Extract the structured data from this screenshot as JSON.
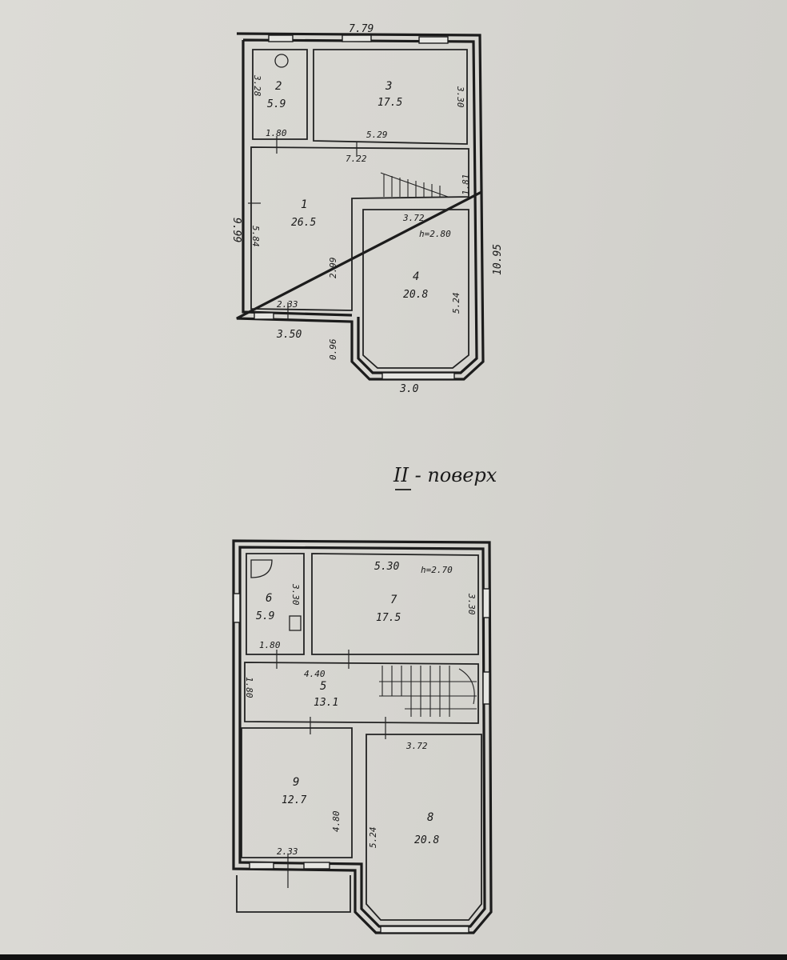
{
  "floor_label": "II - поверх",
  "floor1": {
    "rooms": [
      {
        "number": "1",
        "area": "26.5"
      },
      {
        "number": "2",
        "area": "5.9"
      },
      {
        "number": "3",
        "area": "17.5"
      },
      {
        "number": "4",
        "area": "20.8"
      }
    ],
    "dims": {
      "top": "7.79",
      "left": "9.99",
      "right": "10.95",
      "room2_side": "3.28",
      "room2_bottom": "1.80",
      "room3_bottom": "5.29",
      "room3_side": "3.30",
      "corridor": "7.22",
      "stair_side": "1.81",
      "room1_side": "5.84",
      "room1_inner": "2.99",
      "room1_bottom": "2.33",
      "outer_bottom": "3.50",
      "step": "0.96",
      "room4_top": "3.72",
      "room4_height": "h=2.80",
      "room4_side": "5.24",
      "bay": "3.0"
    }
  },
  "floor2": {
    "rooms": [
      {
        "number": "5",
        "area": "13.1"
      },
      {
        "number": "6",
        "area": "5.9"
      },
      {
        "number": "7",
        "area": "17.5"
      },
      {
        "number": "8",
        "area": "20.8"
      },
      {
        "number": "9",
        "area": "12.7"
      }
    ],
    "dims": {
      "room7_top": "5.30",
      "room7_height": "h=2.70",
      "room7_side": "3.30",
      "room6_side": "3.30",
      "room6_bottom": "1.80",
      "hall_top": "4.40",
      "hall_side": "1.80",
      "room8_top": "3.72",
      "room9_side": "4.80",
      "room8_side": "5.24",
      "room9_bottom": "2.33"
    }
  }
}
